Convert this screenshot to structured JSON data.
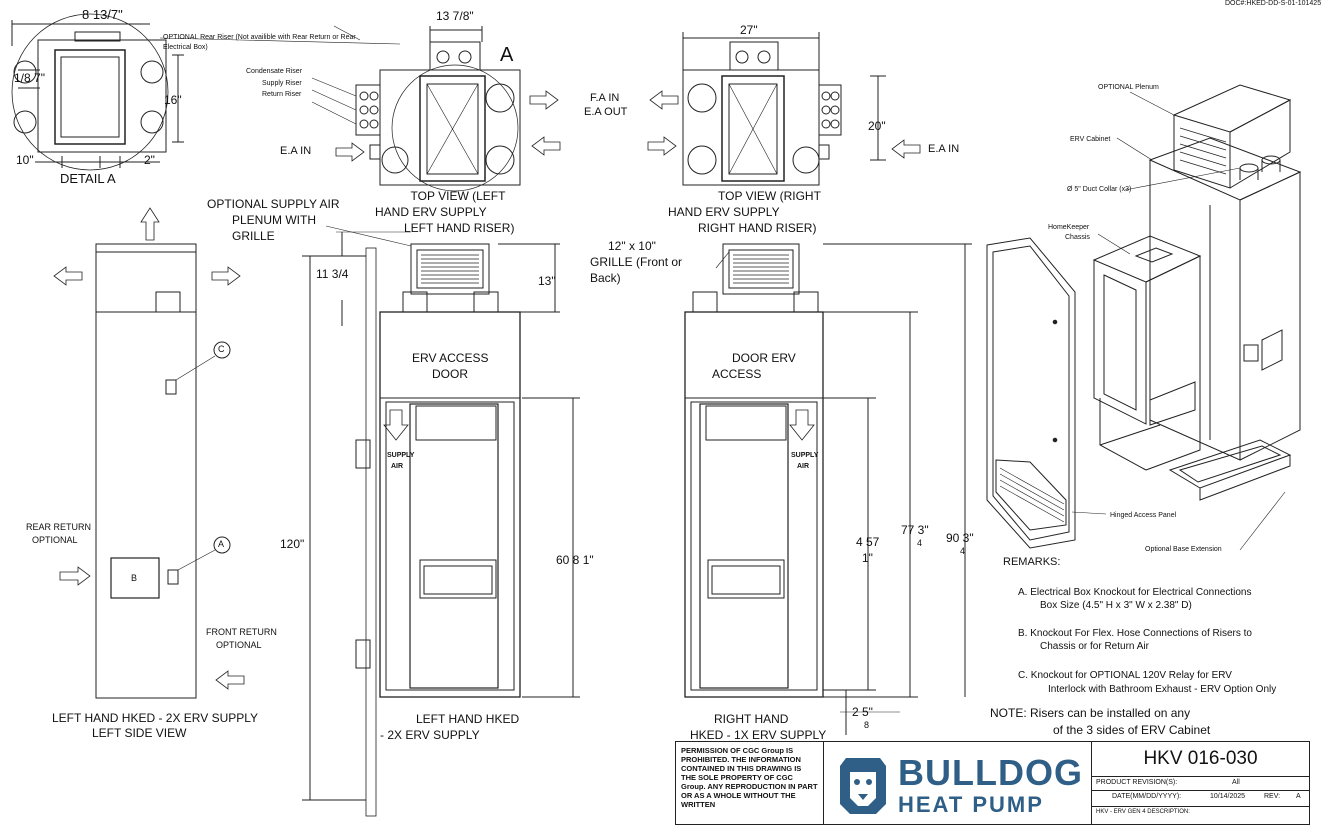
{
  "doc_ref": "DOC#:HKED-DD-S-01-101425",
  "detail_a": {
    "dim_top": "8 13/7\"",
    "dim_left": "1/8 7\"",
    "dim_right": "16\"",
    "dim_bottom_left": "10\"",
    "dim_bottom_right": "2\"",
    "label": "DETAIL A",
    "optional_rear_riser": "OPTIONAL Rear Riser (Not availible with Rear Return or Rear",
    "optional_rear_riser_2": "Electrical Box)"
  },
  "top_view_left": {
    "dim_top": "13 7/8\"",
    "marker": "A",
    "condensate": "Condensate Riser",
    "supply_riser": "Supply Riser",
    "return_riser": "Return Riser",
    "ea_in": "E.A IN",
    "title_1": "TOP VIEW (LEFT",
    "title_2": "HAND ERV SUPPLY",
    "title_3": "LEFT HAND RISER)"
  },
  "mid_labels": {
    "fa_in": "F.A IN",
    "ea_out": "E.A OUT"
  },
  "top_view_right": {
    "dim_top": "27\"",
    "dim_right": "20\"",
    "ea_in": "E.A IN",
    "title_1": "TOP VIEW (RIGHT",
    "title_2": "HAND ERV SUPPLY",
    "title_3": "RIGHT HAND RISER)"
  },
  "optional_supply": {
    "line1": "OPTIONAL SUPPLY AIR",
    "line2": "PLENUM WITH",
    "line3": "GRILLE"
  },
  "side_view": {
    "rear_return_1": "REAR RETURN",
    "rear_return_2": "OPTIONAL",
    "front_return_1": "FRONT RETURN",
    "front_return_2": "OPTIONAL",
    "title_1": "LEFT HAND HKED - 2X ERV SUPPLY",
    "title_2": "LEFT SIDE VIEW",
    "marker_c": "C",
    "marker_a": "A",
    "marker_b": "B"
  },
  "front_left": {
    "dim_11": "11 3/4",
    "dim_13": "13\"",
    "dim_120": "120\"",
    "dim_60": "60 8 1\"",
    "access_1": "ERV ACCESS",
    "access_2": "DOOR",
    "supply_1": "SUPPLY",
    "supply_2": "AIR",
    "title_1": "LEFT HAND HKED",
    "title_2": "- 2X ERV SUPPLY"
  },
  "grille_note": {
    "line1": "12\" x 10\"",
    "line2": "GRILLE (Front or",
    "line3": "Back)"
  },
  "front_right": {
    "access_1": "DOOR ERV",
    "access_2": "ACCESS",
    "supply_1": "SUPPLY",
    "supply_2": "AIR",
    "dim_45": "4 57",
    "dim_45b": "1\"",
    "dim_77": "77 3\"",
    "dim_77b": "4",
    "dim_90": "90 3\"",
    "dim_90b": "4",
    "dim_2": "2 5\"",
    "dim_2b": "8",
    "title_1": "RIGHT HAND",
    "title_2": "HKED - 1X ERV SUPPLY"
  },
  "iso": {
    "plenum": "OPTIONAL Plenum",
    "cabinet": "ERV Cabinet",
    "duct": "Ø  5\" Duct Collar (x3)",
    "chassis_1": "HomeKeeper",
    "chassis_2": "Chassis",
    "hinged": "Hinged Access Panel",
    "base": "Optional Base Extension"
  },
  "remarks": {
    "title": "REMARKS:",
    "a1": "A. Electrical Box Knockout for Electrical Connections",
    "a2": "Box Size (4.5\" H x 3\" W x 2.38\" D)",
    "b1": "B. Knockout For Flex. Hose Connections of Risers to",
    "b2": "Chassis or for Return Air",
    "c1": "C. Knockout for OPTIONAL 120V Relay for ERV",
    "c2": "Interlock with Bathroom Exhaust - ERV Option Only",
    "note1": "NOTE: Risers can be installed on any",
    "note2": "of the 3 sides of ERV Cabinet"
  },
  "title_block": {
    "permission": "PERMISSION OF CGC Group IS PROHIBITED. THE INFORMATION CONTAINED IN THIS DRAWING IS THE SOLE PROPERTY OF CGC Group. ANY REPRODUCTION IN PART OR AS A WHOLE WITHOUT THE WRITTEN",
    "logo_1": "BULLDOG",
    "logo_2": "HEAT PUMP",
    "drawing_no": "HKV 016-030",
    "rev_label": "PRODUCT REVISION(S):",
    "rev_value": "All",
    "date_label": "DATE(MM/DD/YYYY):",
    "date_value": "10/14/2025",
    "rev2_label": "REV:",
    "rev2_value": "A",
    "desc_label": "HKV - ERV GEN 4 DESCRIPTION:"
  }
}
